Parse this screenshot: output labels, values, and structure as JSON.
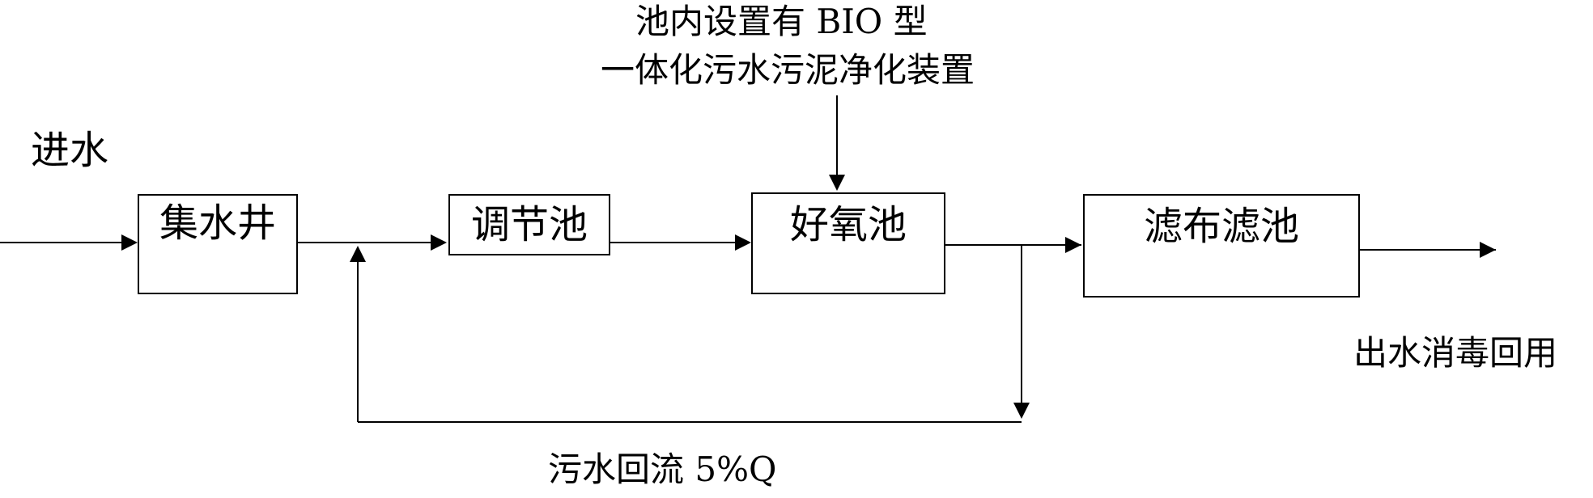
{
  "annotation": {
    "line1": "池内设置有 BIO 型",
    "line2": "一体化污水污泥净化装置"
  },
  "inlet_label": "进水",
  "nodes": {
    "collection_well": "集水井",
    "regulating_tank": "调节池",
    "aerobic_tank": "好氧池",
    "cloth_filter": "滤布滤池"
  },
  "outlet_label": "出水消毒回用",
  "recycle_label": "污水回流 5%Q"
}
